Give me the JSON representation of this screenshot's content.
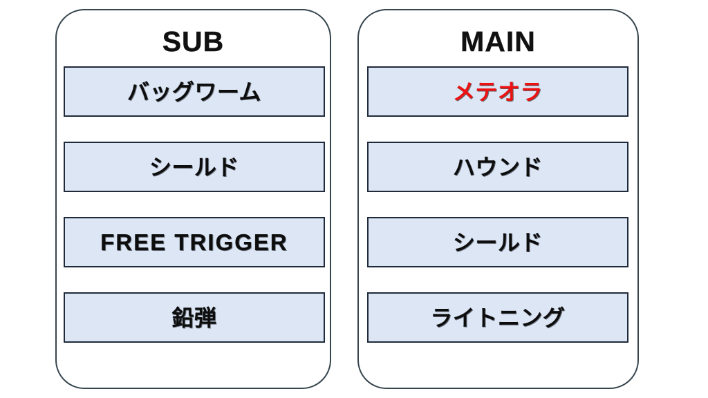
{
  "page": {
    "background_color": "#ffffff",
    "layout": "two-column-card-list"
  },
  "style_tokens": {
    "card_border_color": "#36454d",
    "item_fill_color": "#dce6f5",
    "item_border_color": "#1f2a3a",
    "text_color": "#0d0d0d",
    "highlight_text_color": "#ee1111"
  },
  "columns": [
    {
      "id": "sub",
      "title": "SUB",
      "items": [
        {
          "label": "バッグワーム",
          "script": "katakana",
          "highlighted": false
        },
        {
          "label": "シールド",
          "script": "katakana",
          "highlighted": false
        },
        {
          "label": "FREE TRIGGER",
          "script": "latin",
          "highlighted": false
        },
        {
          "label": "鉛弾",
          "script": "kanji",
          "highlighted": false
        }
      ]
    },
    {
      "id": "main",
      "title": "MAIN",
      "items": [
        {
          "label": "メテオラ",
          "script": "katakana",
          "highlighted": true
        },
        {
          "label": "ハウンド",
          "script": "katakana",
          "highlighted": false
        },
        {
          "label": "シールド",
          "script": "katakana",
          "highlighted": false
        },
        {
          "label": "ライトニング",
          "script": "katakana",
          "highlighted": false
        }
      ]
    }
  ]
}
